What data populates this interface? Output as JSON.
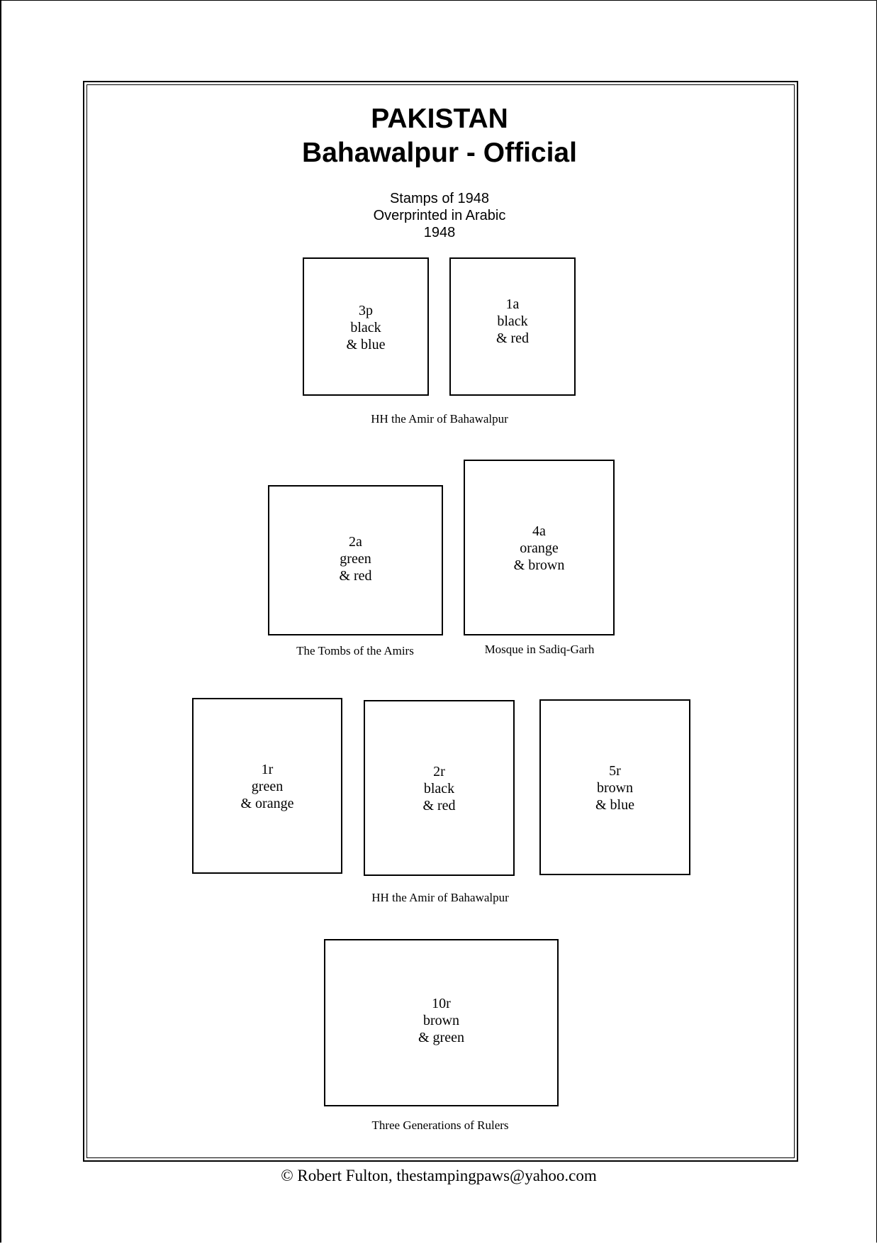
{
  "header": {
    "title_line1": "PAKISTAN",
    "title_line2": "Bahawalpur - Official",
    "subtitle_line1": "Stamps of 1948",
    "subtitle_line2": "Overprinted in Arabic",
    "subtitle_line3": "1948"
  },
  "stamps": [
    {
      "value": "3p",
      "color1": "black",
      "color2": "& blue"
    },
    {
      "value": "1a",
      "color1": "black",
      "color2": "& red"
    },
    {
      "value": "2a",
      "color1": "green",
      "color2": "& red"
    },
    {
      "value": "4a",
      "color1": "orange",
      "color2": "& brown"
    },
    {
      "value": "1r",
      "color1": "green",
      "color2": "& orange"
    },
    {
      "value": "2r",
      "color1": "black",
      "color2": "& red"
    },
    {
      "value": "5r",
      "color1": "brown",
      "color2": "& blue"
    },
    {
      "value": "10r",
      "color1": "brown",
      "color2": "& green"
    }
  ],
  "captions": {
    "row1": "HH the Amir of Bahawalpur",
    "tombs": "The Tombs of the Amirs",
    "mosque": "Mosque in Sadiq-Garh",
    "row3": "HH the Amir of Bahawalpur",
    "row4": "Three Generations of Rulers"
  },
  "footer": {
    "copyright": "©  Robert Fulton, thestampingpaws@yahoo.com"
  }
}
